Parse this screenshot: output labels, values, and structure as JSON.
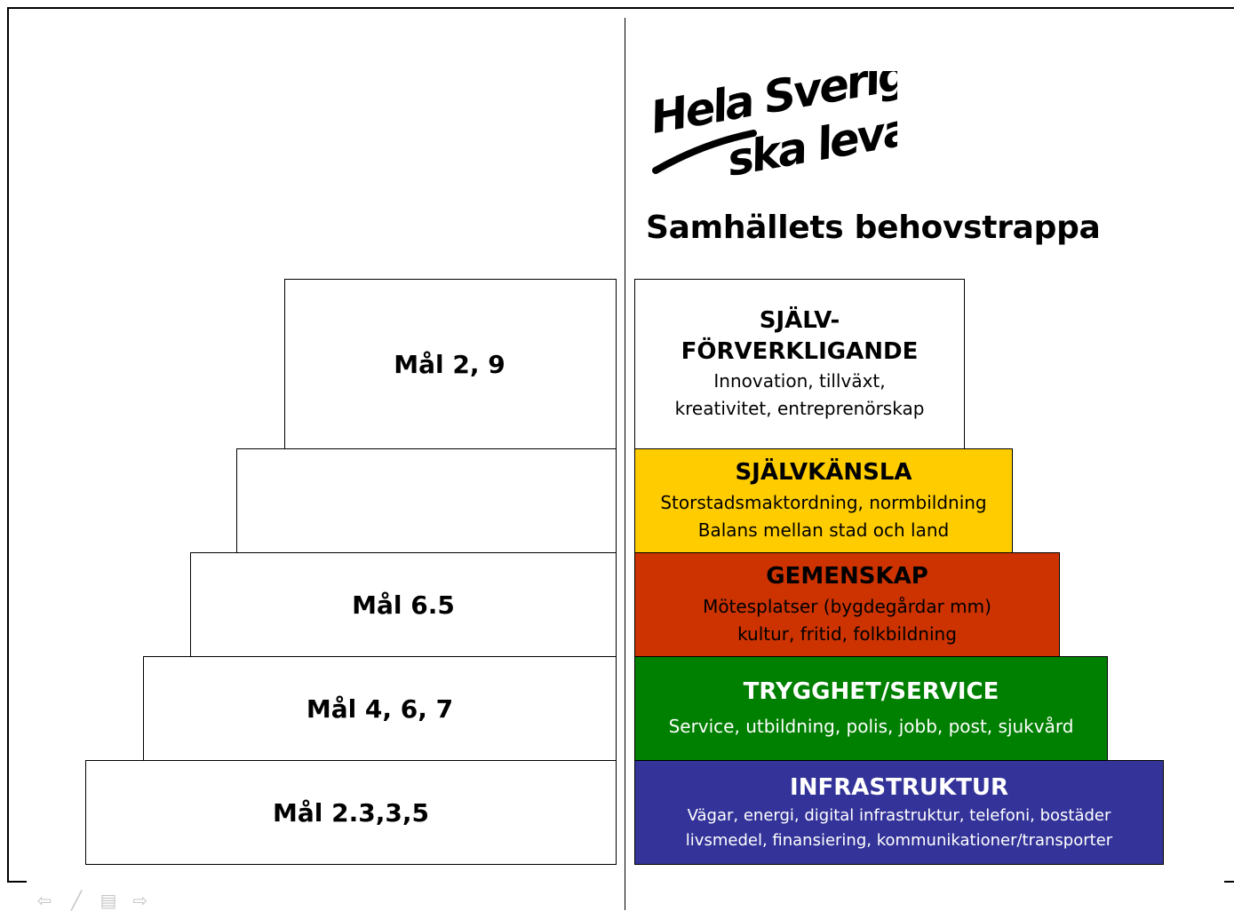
{
  "slide": {
    "logo_text": [
      "Hela Sverige",
      "ska leva!"
    ],
    "heading": "Samhällets behovstrappa"
  },
  "goals": [
    {
      "label": "Mål 2, 9"
    },
    {
      "label": ""
    },
    {
      "label": "Mål 6.5"
    },
    {
      "label": "Mål 4, 6, 7"
    },
    {
      "label": "Mål 2.3,3,5"
    }
  ],
  "steps": [
    {
      "title_lines": [
        "SJÄLV-",
        "FÖRVERKLIGANDE"
      ],
      "desc_lines": [
        "Innovation, tillväxt,",
        "kreativitet, entreprenörskap"
      ],
      "background": "#ffffff",
      "text_color": "#000000"
    },
    {
      "title_lines": [
        "SJÄLVKÄNSLA"
      ],
      "desc_lines": [
        "Storstadsmaktordning, normbildning",
        "Balans mellan stad och land"
      ],
      "background": "#ffcc00",
      "text_color": "#000000"
    },
    {
      "title_lines": [
        "GEMENSKAP"
      ],
      "desc_lines": [
        "Mötesplatser (bygdegårdar mm)",
        "kultur, fritid, folkbildning"
      ],
      "background": "#cc3300",
      "text_color": "#000000"
    },
    {
      "title_lines": [
        "TRYGGHET/SERVICE"
      ],
      "desc_lines": [
        "Service, utbildning, polis, jobb, post, sjukvård"
      ],
      "background": "#008000",
      "text_color": "#ffffff"
    },
    {
      "title_lines": [
        "INFRASTRUKTUR"
      ],
      "desc_lines": [
        "Vägar, energi, digital infrastruktur, telefoni, bostäder",
        "livsmedel, finansiering, kommunikationer/transporter"
      ],
      "background": "#333399",
      "text_color": "#ffffff"
    }
  ],
  "nav_icons": [
    "arrow-left-icon",
    "pen-icon",
    "menu-icon",
    "arrow-right-icon"
  ]
}
